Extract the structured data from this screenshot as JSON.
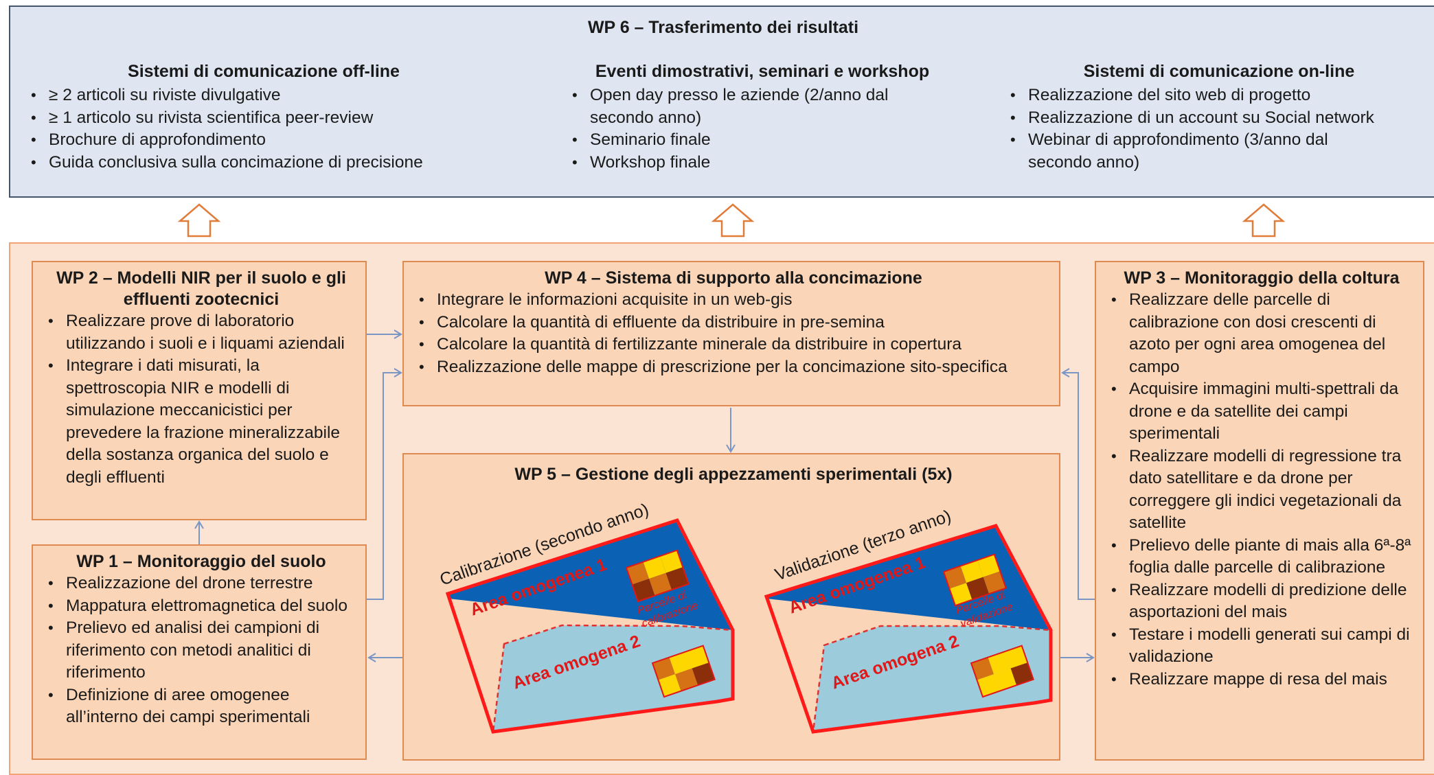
{
  "wp6": {
    "title": "WP 6 – Trasferimento dei risultati",
    "col1": {
      "title": "Sistemi di comunicazione off-line",
      "items": [
        "≥ 2 articoli su riviste divulgative",
        "≥ 1 articolo su rivista scientifica peer-review",
        "Brochure di approfondimento",
        "Guida conclusiva sulla concimazione di precisione"
      ]
    },
    "col2": {
      "title": "Eventi dimostrativi, seminari e workshop",
      "items": [
        "Open day presso le aziende (2/anno dal secondo anno)",
        "Seminario finale",
        "Workshop finale"
      ]
    },
    "col3": {
      "title": "Sistemi di comunicazione on-line",
      "items": [
        "Realizzazione del sito web di progetto",
        "Realizzazione di un account su Social network",
        "Webinar di approfondimento (3/anno dal secondo anno)"
      ]
    }
  },
  "wp2": {
    "title": "WP 2 – Modelli NIR per il suolo e gli effluenti zootecnici",
    "items": [
      "Realizzare prove di laboratorio utilizzando i suoli e i liquami aziendali",
      "Integrare i dati misurati, la spettroscopia NIR e modelli di simulazione meccanicistici per prevedere la frazione mineralizzabile della sostanza organica del suolo e degli effluenti"
    ]
  },
  "wp1": {
    "title": "WP 1 – Monitoraggio del suolo",
    "items": [
      "Realizzazione del drone terrestre",
      "Mappatura elettromagnetica del suolo",
      "Prelievo ed analisi dei campioni di riferimento con metodi analitici di riferimento",
      "Definizione di aree omogenee all’interno dei campi sperimentali"
    ]
  },
  "wp4": {
    "title": "WP 4 – Sistema di supporto alla concimazione",
    "items": [
      "Integrare le informazioni acquisite in un web-gis",
      "Calcolare la quantità di effluente da distribuire in pre-semina",
      "Calcolare la quantità di fertilizzante minerale da distribuire in copertura",
      "Realizzazione delle mappe di prescrizione per la concimazione sito-specifica"
    ]
  },
  "wp5": {
    "title": "WP 5 – Gestione degli appezzamenti sperimentali (5x)",
    "calib": {
      "caption": "Calibrazione (secondo anno)",
      "area1": "Area omogenea 1",
      "area2": "Area omogena 2",
      "parcel_line1": "Parcelle di",
      "parcel_line2": "calibrazione"
    },
    "valid": {
      "caption": "Validazione (terzo anno)",
      "area1": "Area omogenea 1",
      "area2": "Area omogena 2",
      "parcel_line1": "Parcelle di",
      "parcel_line2": "validazione"
    }
  },
  "wp3": {
    "title": "WP 3 – Monitoraggio della coltura",
    "items": [
      "Realizzare  delle parcelle di calibrazione con dosi crescenti di azoto per ogni area omogenea del campo",
      "Acquisire immagini multi-spettrali da drone e da satellite dei campi sperimentali",
      "Realizzare modelli di regressione tra dato satellitare e da drone per correggere gli indici vegetazionali da satellite",
      "Prelievo delle piante di mais alla 6ª-8ª foglia dalle parcelle di calibrazione",
      "Realizzare modelli di predizione delle asportazioni del mais",
      "Testare i modelli generati sui campi di validazione",
      "Realizzare mappe di resa del mais"
    ]
  },
  "colors": {
    "top_fill": "#dfe6f1",
    "top_border": "#44546a",
    "orange_fill": "#fce4d4",
    "box_fill": "#fbd5b8",
    "box_border": "#e08a52",
    "connector": "#7a96c4",
    "area1": "#0b62b5",
    "area2": "#9ccbdc",
    "field_border": "#ff1a1a"
  }
}
